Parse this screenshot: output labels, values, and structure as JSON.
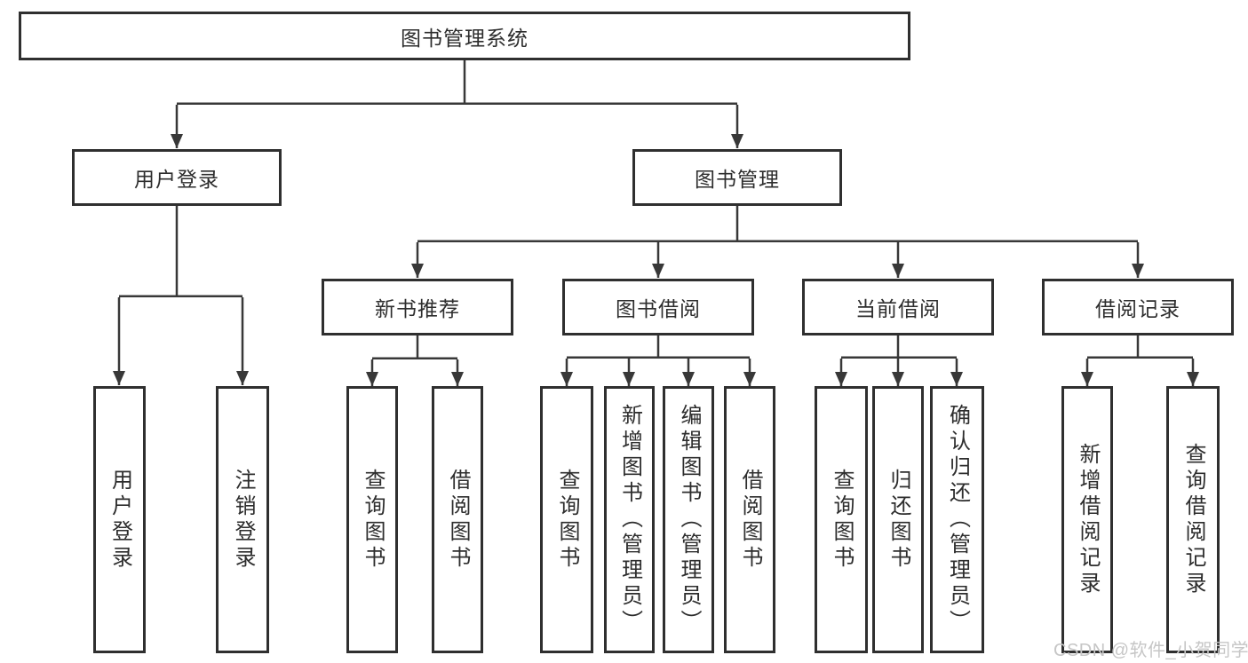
{
  "diagram": {
    "root": "图书管理系统",
    "branches": {
      "user_login": {
        "label": "用户登录",
        "children": {
          "login": "用户登录",
          "logout": "注销登录"
        }
      },
      "book_management": {
        "label": "图书管理",
        "sections": {
          "new_book_recommend": {
            "label": "新书推荐",
            "children": {
              "query_books": "查询图书",
              "borrow_books": "借阅图书"
            }
          },
          "book_borrow": {
            "label": "图书借阅",
            "children": {
              "query_books": "查询图书",
              "add_books": "新增图书（管理员）",
              "edit_books": "编辑图书（管理员）",
              "borrow_books": "借阅图书"
            }
          },
          "current_borrow": {
            "label": "当前借阅",
            "children": {
              "query_books": "查询图书",
              "return_books": "归还图书",
              "confirm_return": "确认归还（管理员）"
            }
          },
          "borrow_records": {
            "label": "借阅记录",
            "children": {
              "add_record": "新增借阅记录",
              "query_record": "查询借阅记录"
            }
          }
        }
      }
    }
  },
  "watermark": "CSDN @软件_小贺同学",
  "colors": {
    "line": "#383838",
    "box_border": "#2f2f2f",
    "text": "#2d2d2d",
    "background": "#ffffff",
    "watermark": "#c6c6c6"
  }
}
